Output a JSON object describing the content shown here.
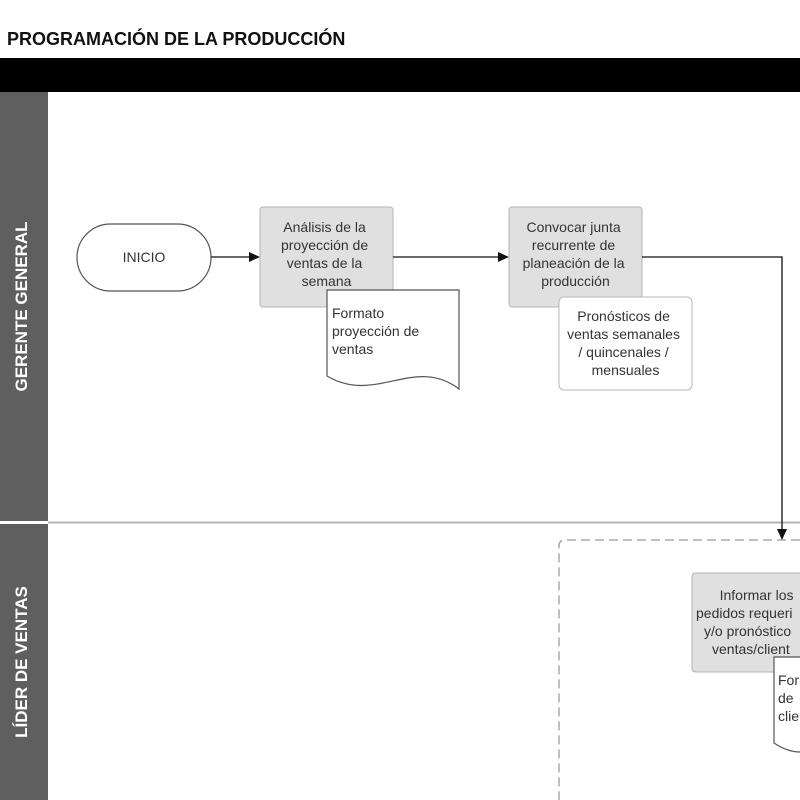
{
  "title": "PROGRAMACIÓN DE LA PRODUCCIÓN",
  "lanes": [
    {
      "label": "GERENTE GENERAL"
    },
    {
      "label": "LÍDER DE VENTAS"
    }
  ],
  "nodes": {
    "inicio": {
      "lines": [
        "INICIO"
      ]
    },
    "analisis": {
      "lines": [
        "Análisis de la",
        "proyección de",
        "ventas de la",
        "semana"
      ]
    },
    "formato_proyeccion": {
      "lines": [
        "Formato",
        "proyección de",
        "ventas"
      ]
    },
    "convocar": {
      "lines": [
        "Convocar junta",
        "recurrente de",
        "planeación de la",
        "producción"
      ]
    },
    "pronosticos": {
      "lines": [
        "Pronósticos de",
        "ventas semanales",
        "/ quincenales /",
        "mensuales"
      ]
    },
    "informar": {
      "lines": [
        "Informar los",
        "pedidos requeri",
        "y/o pronóstico",
        "ventas/client"
      ]
    },
    "formato_pedidos": {
      "lines": [
        "For",
        "de",
        "clie"
      ]
    }
  },
  "colors": {
    "title_bar": "#000000",
    "lane_header": "#5f5f5f",
    "process_fill": "#e0e0e0",
    "connector": "#111111"
  }
}
